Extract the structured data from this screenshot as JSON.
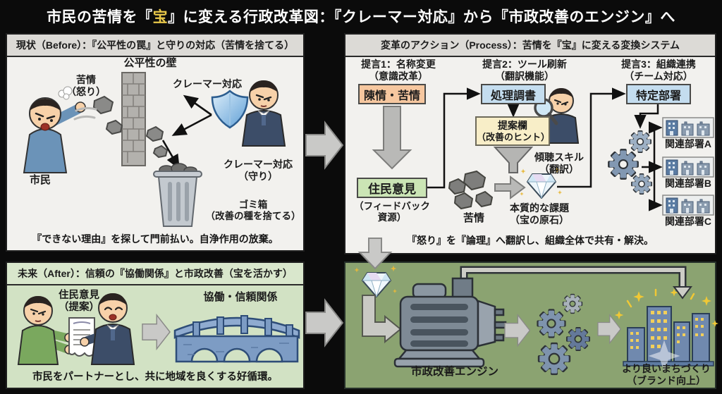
{
  "title": {
    "prefix": "市民の苦情を『",
    "treasure": "宝",
    "suffix": "』に変える行政改革図：『クレーマー対応』から『市政改善のエンジン』へ"
  },
  "panels": {
    "before": {
      "header": "現状（Before）：『公平性の罠』と守りの対応（苦情を捨てる）",
      "wall_label": "公平性の壁",
      "complaint_label": "苦情",
      "complaint_sub": "（怒り）",
      "citizen_label": "市民",
      "claimer_top_label": "クレーマー対応",
      "claimer_side_label": "クレーマー対応",
      "claimer_side_sub": "（守り）",
      "trash_label": "ゴミ箱",
      "trash_sub": "（改善の種を捨てる）",
      "footer": "『できない理由』を探して門前払い。自浄作用の放棄。"
    },
    "process": {
      "header": "変革のアクション（Process）：苦情を『宝』に変える変換システム",
      "proposal1": "提言1：名称変更",
      "proposal1_sub": "（意識改革）",
      "proposal2": "提言2：ツール刷新",
      "proposal2_sub": "（翻訳機能）",
      "proposal3": "提言3：組織連携",
      "proposal3_sub": "（チーム対応）",
      "box_complaint": "陳情・苦情",
      "box_report": "処理調書",
      "box_dept": "特定部署",
      "box_suggestion": "提案欄",
      "box_suggestion_sub": "（改善のヒント）",
      "box_opinion": "住民意見",
      "opinion_sub1": "（フィードバック",
      "opinion_sub2": "資源）",
      "listening_label": "傾聴スキル",
      "listening_sub": "（翻訳）",
      "rocks_label": "苦情",
      "diamond_label": "本質的な課題",
      "diamond_sub": "（宝の原石）",
      "dept_a": "関連部署A",
      "dept_b": "関連部署B",
      "dept_c": "関連部署C",
      "footer": "『怒り』を『論理』へ翻訳し、組織全体で共有・解決。"
    },
    "after": {
      "header": "未来（After）：信頼の『協働関係』と市政改善（宝を活かす）",
      "opinion_label": "住民意見",
      "opinion_sub": "（提案）",
      "bridge_label": "協働・信頼関係",
      "footer": "市民をパートナーとし、共に地域を良くする好循環。"
    },
    "engine": {
      "engine_label": "市政改善エンジン",
      "city_label": "より良いまちづくり",
      "city_sub": "（ブランド向上）"
    }
  },
  "colors": {
    "title_treasure_gold": "#e8c84a",
    "panel_bg_light": "#f2f1ee",
    "panel_header_gray": "#dcdad6",
    "after_header_green": "#d9e7cc",
    "after_bg_green": "#d2e2c4",
    "engine_bg_green": "#8ba371",
    "box_peach": "#f6c79f",
    "box_blue": "#c4ddef",
    "box_yellow": "#f8eec8",
    "box_green": "#cbe5b5",
    "arrow_gray": "#c9c9c7"
  }
}
